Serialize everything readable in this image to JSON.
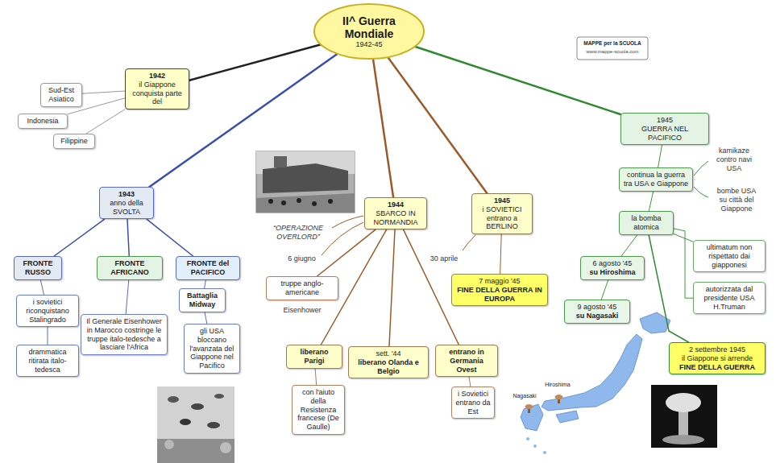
{
  "diagram": {
    "nodes": [
      {
        "text": [
          "II^ Guerra Mondiale",
          "1942-45"
        ]
      },
      {
        "text": [
          "1942",
          "il Giappone conquista parte del"
        ]
      },
      {
        "text": [
          "Sud-Est Asiatico"
        ]
      },
      {
        "text": [
          "Indonesia"
        ]
      },
      {
        "text": [
          "Filippine"
        ]
      },
      {
        "text": [
          "1943",
          "anno della SVOLTA"
        ]
      },
      {
        "text": [
          "FRONTE RUSSO"
        ]
      },
      {
        "text": [
          "i sovietici riconquistano Stalingrado"
        ]
      },
      {
        "text": [
          "drammatica ritirata italo-tedesca"
        ]
      },
      {
        "text": [
          "FRONTE AFRICANO"
        ]
      },
      {
        "text": [
          "Il Generale Eisenhower in Marocco costringe le truppe italo-tedesche a lasciare l'Africa"
        ]
      },
      {
        "text": [
          "FRONTE del PACIFICO"
        ]
      },
      {
        "text": [
          "Battaglia Midway"
        ]
      },
      {
        "text": [
          "gli USA bloccano l'avanzata del Giappone nel Pacifico"
        ]
      },
      {
        "text": [
          "1944",
          "SBARCO IN NORMANDIA"
        ]
      },
      {
        "text": [
          "truppe anglo-americane"
        ]
      },
      {
        "text": [
          "liberano Parigi"
        ]
      },
      {
        "text": [
          "sett. '44",
          "liberano Olanda e Belgio"
        ]
      },
      {
        "text": [
          "entrano in Germania Ovest"
        ]
      },
      {
        "text": [
          "con l'aiuto della Resistenza francese (De Gaulle)"
        ]
      },
      {
        "text": [
          "i Sovietici entrano da Est"
        ]
      },
      {
        "text": [
          "1945",
          "i SOVIETICI entrano a BERLINO"
        ]
      },
      {
        "text": [
          "7 maggio '45",
          "FINE DELLA GUERRA IN EUROPA"
        ]
      },
      {
        "text": [
          "1945",
          "GUERRA NEL PACIFICO"
        ]
      },
      {
        "text": [
          "continua la guerra tra USA e Giappone"
        ]
      },
      {
        "text": [
          "la bomba atomica"
        ]
      },
      {
        "text": [
          "ultimatum non rispettato dai giapponesi"
        ]
      },
      {
        "text": [
          "autorizzata dal presidente USA H.Truman"
        ]
      },
      {
        "text": [
          "6 agosto '45",
          "su Hiroshima"
        ]
      },
      {
        "text": [
          "9 agosto '45",
          "su Nagasaki"
        ]
      },
      {
        "text": [
          "2 settembre 1945",
          "il Giappone si arrende",
          "FINE DELLA GUERRA"
        ]
      }
    ],
    "edges": [
      {
        "from": 0,
        "to": 1,
        "arrow": "none"
      },
      {
        "from": 1,
        "to": 2,
        "arrow": "none"
      },
      {
        "from": 1,
        "to": 3,
        "arrow": "none"
      },
      {
        "from": 1,
        "to": 4,
        "arrow": "none"
      },
      {
        "from": 0,
        "to": 5,
        "arrow": "none"
      },
      {
        "from": 5,
        "to": 6,
        "arrow": "none"
      },
      {
        "from": 6,
        "to": 7,
        "arrow": "none"
      },
      {
        "from": 7,
        "to": 8,
        "arrow": "none"
      },
      {
        "from": 5,
        "to": 9,
        "arrow": "none"
      },
      {
        "from": 9,
        "to": 10,
        "arrow": "none"
      },
      {
        "from": 5,
        "to": 11,
        "arrow": "none"
      },
      {
        "from": 11,
        "to": 12,
        "arrow": "none"
      },
      {
        "from": 12,
        "to": 13,
        "arrow": "none"
      },
      {
        "from": 0,
        "to": 14,
        "arrow": "none"
      },
      {
        "from": 14,
        "to": 15,
        "arrow": "none"
      },
      {
        "from": 14,
        "to": 16,
        "arrow": "none"
      },
      {
        "from": 16,
        "to": 19,
        "arrow": "none"
      },
      {
        "from": 14,
        "to": 17,
        "arrow": "none"
      },
      {
        "from": 14,
        "to": 18,
        "arrow": "none"
      },
      {
        "from": 18,
        "to": 20,
        "arrow": "none"
      },
      {
        "from": 0,
        "to": 21,
        "arrow": "none"
      },
      {
        "from": 21,
        "to": 22,
        "arrow": "none"
      },
      {
        "from": 0,
        "to": 23,
        "arrow": "none"
      },
      {
        "from": 23,
        "to": 24,
        "arrow": "none"
      },
      {
        "from": 24,
        "to": 25,
        "arrow": "none"
      },
      {
        "from": 25,
        "to": 26,
        "arrow": "none"
      },
      {
        "from": 25,
        "to": 27,
        "arrow": "none"
      },
      {
        "from": 25,
        "to": 28,
        "arrow": "none"
      },
      {
        "from": 28,
        "to": 29,
        "arrow": "none"
      },
      {
        "from": 25,
        "to": 30,
        "arrow": "none"
      }
    ],
    "labels": [
      "kamikaze contro navi USA",
      "bombe USA su città del Giappone",
      "“OPERAZIONE OVERLORD”",
      "6 giugno",
      "Eisenhower",
      "30 aprile",
      "Hiroshima",
      "Nagasaki",
      "MAPPE per la SCUOLA",
      "www.mappe-scuola.com"
    ]
  }
}
